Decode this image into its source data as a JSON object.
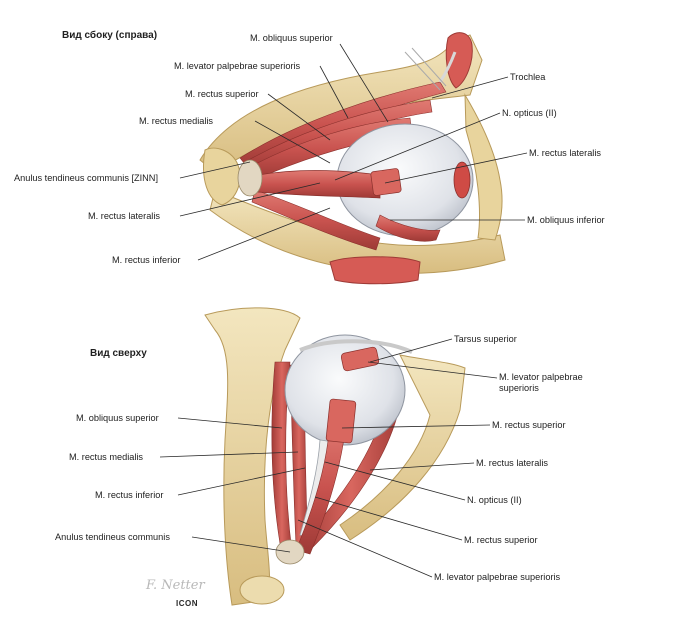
{
  "headings": {
    "lateral": "Вид сбоку (справа)",
    "superior": "Вид сверху"
  },
  "labels": {
    "lateral": {
      "obliquus_superior": "M. obliquus superior",
      "levator": "M. levator palpebrae superioris",
      "rectus_superior": "M. rectus superior",
      "rectus_medialis": "M. rectus medialis",
      "anulus": "Anulus tendineus communis [ZINN]",
      "rectus_lateralis_left": "M. rectus lateralis",
      "rectus_inferior": "M. rectus inferior",
      "trochlea": "Trochlea",
      "opticus": "N. opticus (II)",
      "rectus_lateralis_right": "M. rectus lateralis",
      "obliquus_inferior": "M. obliquus inferior"
    },
    "superior": {
      "obliquus_superior": "M. obliquus superior",
      "rectus_medialis": "M. rectus medialis",
      "rectus_inferior": "M. rectus inferior",
      "anulus": "Anulus tendineus communis",
      "tarsus": "Tarsus superior",
      "levator_line1": "M. levator palpebrae",
      "levator_line2": "superioris",
      "rectus_superior_1": "M. rectus superior",
      "rectus_lateralis": "M. rectus lateralis",
      "opticus": "N. opticus (II)",
      "rectus_superior_2": "M. rectus superior",
      "levator_bottom": "M. levator palpebrae superioris"
    }
  },
  "signature": "F. Netter",
  "brand": "ICON",
  "colors": {
    "muscle": "#c9534f",
    "muscle_dark": "#9e3a36",
    "bone": "#ecd9a6",
    "bone_dark": "#c9a96a",
    "eyeball": "#e6e8ec",
    "leader": "#2a2a2a"
  }
}
